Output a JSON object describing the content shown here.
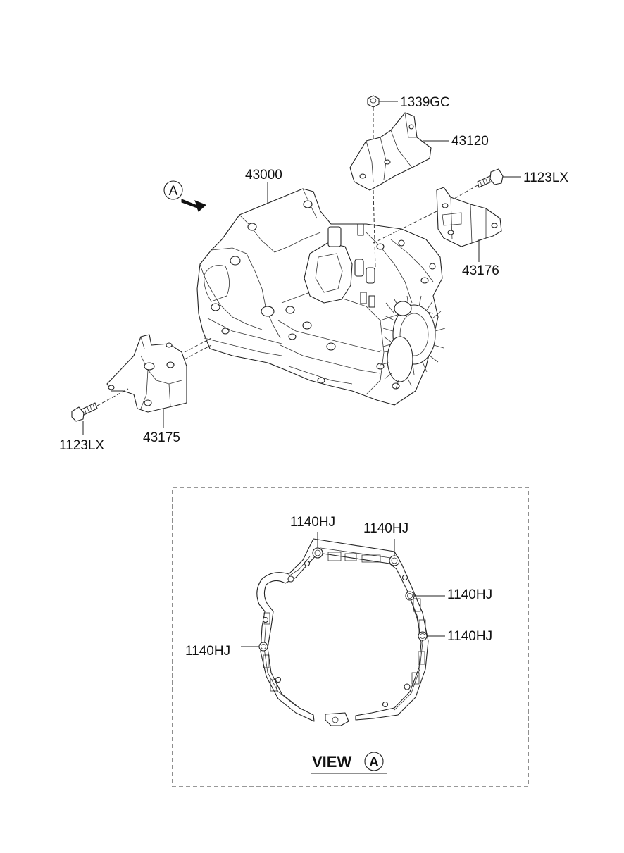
{
  "callouts": {
    "nut_top": "1339GC",
    "bracket_top": "43120",
    "bolt_right": "1123LX",
    "transaxle": "43000",
    "bracket_right": "43176",
    "bolt_left": "1123LX",
    "bracket_left": "43175"
  },
  "view_marker": "A",
  "view_box": {
    "title": "VIEW",
    "marker": "A",
    "dowels": [
      "1140HJ",
      "1140HJ",
      "1140HJ",
      "1140HJ",
      "1140HJ"
    ]
  }
}
